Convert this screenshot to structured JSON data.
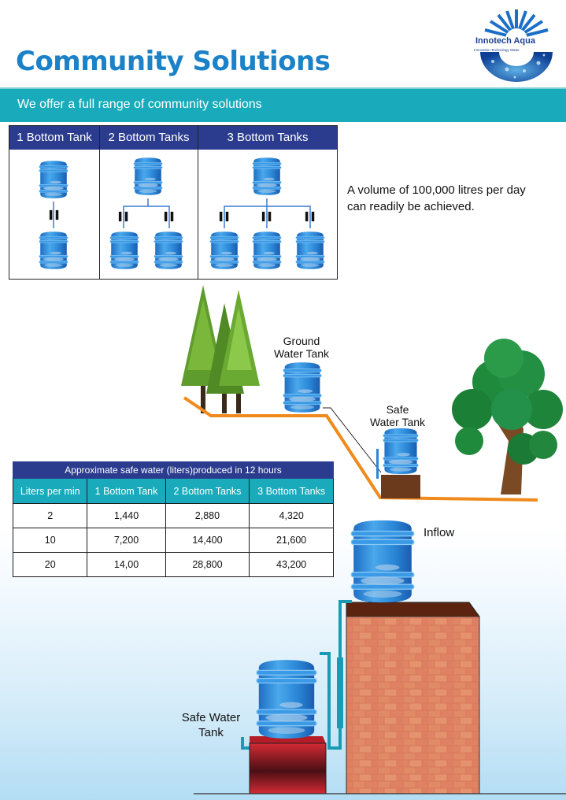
{
  "header": {
    "title": "Community Solutions",
    "banner": "We offer a full range of community solutions"
  },
  "logo": {
    "name": "Innotech Aqua",
    "tagline": "Innovation Technology Water"
  },
  "configurations": [
    {
      "label": "1 Bottom Tank",
      "bottom_tanks": 1
    },
    {
      "label": "2 Bottom Tanks",
      "bottom_tanks": 2
    },
    {
      "label": "3 Bottom Tanks",
      "bottom_tanks": 3
    }
  ],
  "volume_note": {
    "line1": "A volume of 100,000 litres per day",
    "line2": "can readily be achieved."
  },
  "scene_labels": {
    "ground_tank_1": "Ground",
    "ground_tank_2": "Water Tank",
    "safe_tank_1": "Safe",
    "safe_tank_2": "Water Tank",
    "inflow": "Inflow",
    "safe_tank_bottom_1": "Safe Water",
    "safe_tank_bottom_2": "Tank"
  },
  "output_table": {
    "caption": "Approximate safe water (liters)produced in 12 hours",
    "columns": [
      "Liters per min",
      "1 Bottom Tank",
      "2 Bottom Tanks",
      "3 Bottom Tanks"
    ],
    "rows": [
      [
        "2",
        "1,440",
        "2,880",
        "4,320"
      ],
      [
        "10",
        "7,200",
        "14,400",
        "21,600"
      ],
      [
        "20",
        "14,00",
        "28,800",
        "43,200"
      ]
    ]
  },
  "colors": {
    "title": "#1b82c8",
    "banner": "#19abbb",
    "table_header": "#2b3c8e",
    "ground_line": "#f08a1c",
    "tank": "#2a8ad8"
  }
}
